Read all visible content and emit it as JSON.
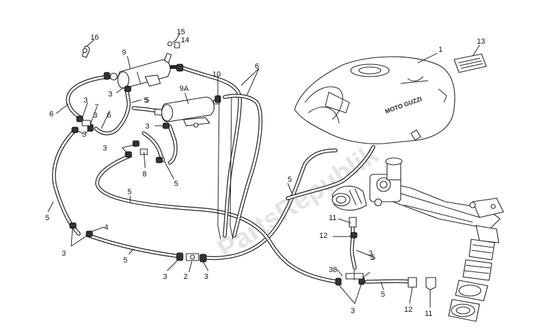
{
  "watermark": "PartsRepublik",
  "tank_logo": "MOTO GUZZI",
  "labels": {
    "l1": "1",
    "l2": "2",
    "l3a": "3",
    "l3b": "3",
    "l3c": "3",
    "l3d": "3",
    "l3e": "3",
    "l3f": "3",
    "l3g": "3",
    "l3h": "3",
    "l3i": "3",
    "l3j": "3",
    "l3k": "3",
    "l3l": "3",
    "l4": "4",
    "l5a": "5",
    "l5b": "5",
    "l5c": "5",
    "l5d": "5",
    "l5e": "5",
    "l5f": "5",
    "l5g": "5",
    "l5h": "5",
    "l5i": "5",
    "l5j": "5",
    "l6a": "6",
    "l6b": "6",
    "l6c": "6",
    "l7": "7",
    "l8a": "8",
    "l8b": "8",
    "l9": "9",
    "l9a": "9A",
    "l10": "10",
    "l11a": "11",
    "l11b": "11",
    "l12a": "12",
    "l12b": "12",
    "l13": "13",
    "l14": "14",
    "l15": "15",
    "l16": "16"
  },
  "colors": {
    "ink": "#222222",
    "paper": "#ffffff",
    "watermark": "#e4e4e4"
  }
}
